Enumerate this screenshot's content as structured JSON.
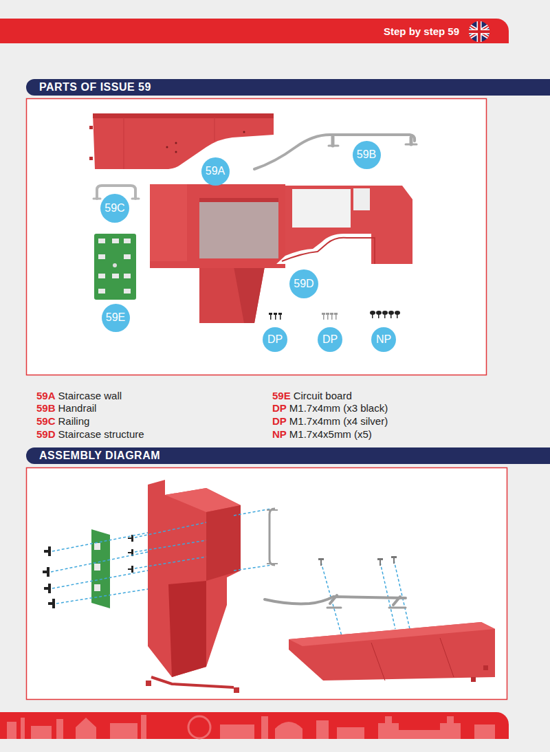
{
  "diagram": {
    "nodes": [
      {
        "text": [
          "Step by step 59"
        ]
      },
      {
        "text": [
          "PARTS OF ISSUE 59"
        ]
      },
      {
        "text": [
          "59A"
        ]
      },
      {
        "text": [
          "59B"
        ]
      },
      {
        "text": [
          "59C"
        ]
      },
      {
        "text": [
          "59D"
        ]
      },
      {
        "text": [
          "59E"
        ]
      },
      {
        "text": [
          "DP"
        ]
      },
      {
        "text": [
          "DP"
        ]
      },
      {
        "text": [
          "NP"
        ]
      },
      {
        "text": [
          "ASSEMBLY DIAGRAM"
        ]
      }
    ],
    "edges": [],
    "labels": [
      "59A",
      "Staircase wall",
      "59B",
      "Handrail",
      "59C",
      "Railing",
      "59D",
      "Staircase structure",
      "59E",
      "Circuit board",
      "DP",
      "M1.7x4mm (x3 black)",
      "DP",
      "M1.7x4mm (x4 silver)",
      "NP",
      "M1.7x4x5mm (x5)"
    ]
  }
}
